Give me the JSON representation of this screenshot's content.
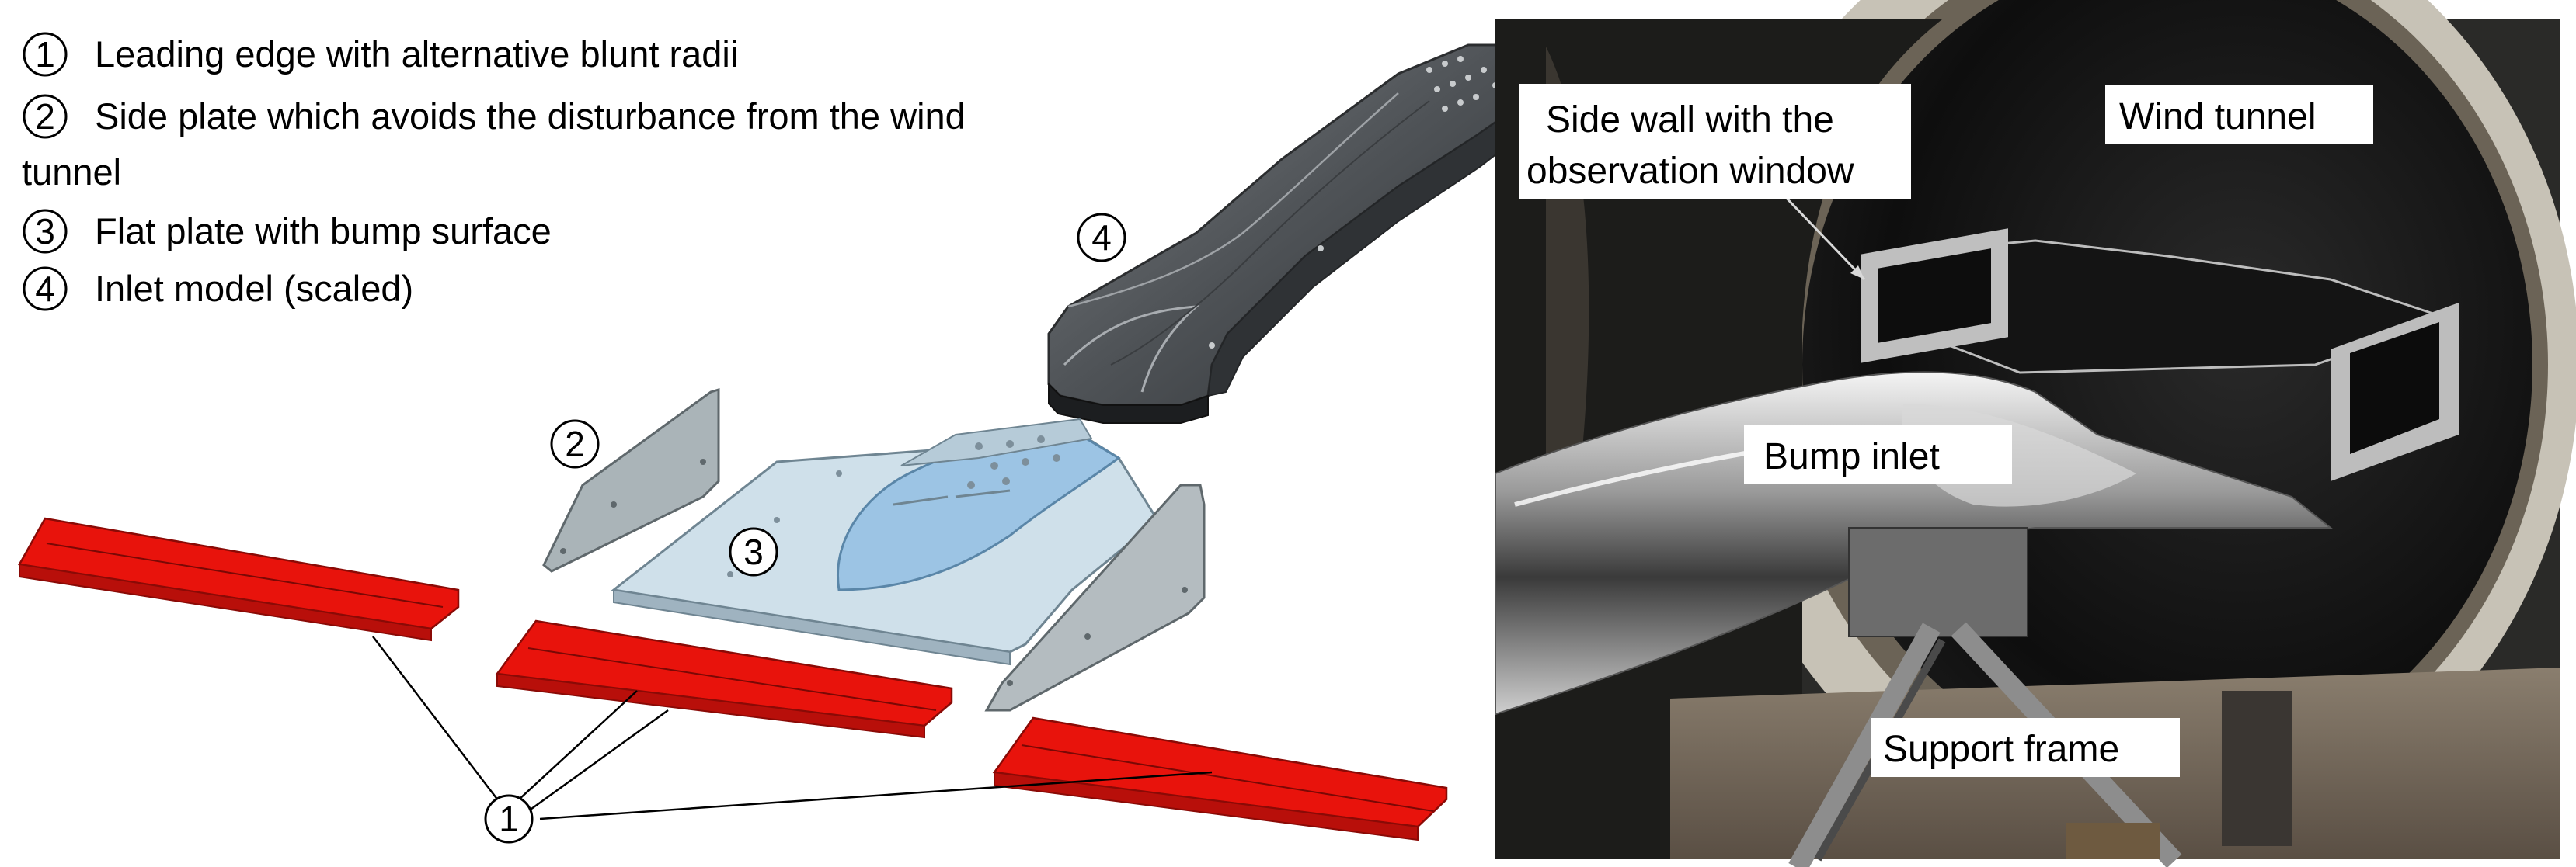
{
  "legend": [
    {
      "marker": "1",
      "text": "Leading edge with alternative blunt radii"
    },
    {
      "marker": "2",
      "text": "Side plate which avoids the disturbance from the wind"
    },
    {
      "marker": "",
      "text": "tunnel"
    },
    {
      "marker": "3",
      "text": "Flat plate with bump surface"
    },
    {
      "marker": "4",
      "text": "Inlet model (scaled)"
    }
  ],
  "diagram_markers": {
    "m4": "4",
    "m2": "2",
    "m3": "3",
    "m1": "1"
  },
  "photo_labels": {
    "side_wall_line1": "Side wall with the",
    "side_wall_line2": "observation window",
    "wind_tunnel": "Wind tunnel",
    "bump_inlet": "Bump inlet",
    "support_frame": "Support frame"
  },
  "colors": {
    "leading_edge": "#e8130c",
    "side_plate": "#aab4b8",
    "flat_plate": "#cfe0ea",
    "bump": "#9cc4e4",
    "inlet_model": "#5d6165",
    "tunnel_dark": "#1b1b1b"
  }
}
